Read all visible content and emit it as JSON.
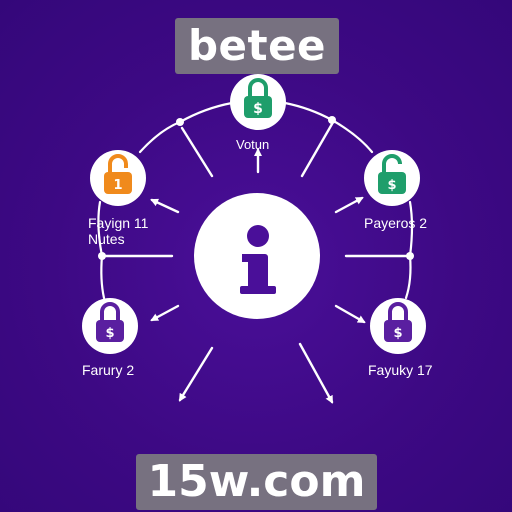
{
  "header": {
    "title": "betee"
  },
  "footer": {
    "domain": "15w.com"
  },
  "center": {
    "icon": "info-icon"
  },
  "nodes": {
    "top": {
      "label": "Votun",
      "icon": "padlock-dollar-icon",
      "color": "#1f9e6b"
    },
    "upper_left": {
      "label_line1": "Fayign 11",
      "label_line2": "Nutes",
      "icon": "padlock-icon",
      "color": "#f08a1c"
    },
    "upper_right": {
      "label": "Payeros 2",
      "icon": "padlock-dollar-icon",
      "color": "#1f9e6b"
    },
    "lower_left": {
      "label": "Farury 2",
      "icon": "padlock-dollar-icon",
      "color": "#5a1fa0"
    },
    "lower_right": {
      "label": "Fayuky 17",
      "icon": "padlock-dollar-icon",
      "color": "#5a1fa0"
    }
  },
  "colors": {
    "background": "#3f0a8a",
    "line": "#ffffff",
    "banner": "#808080"
  }
}
